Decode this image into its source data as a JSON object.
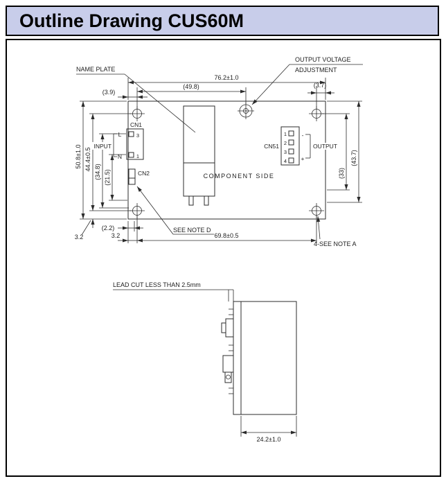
{
  "title": "Outline Drawing CUS60M",
  "colors": {
    "title_bg": "#c8cdea",
    "line_color": "#2b2b2b"
  },
  "top_view": {
    "labels": {
      "name_plate": "NAME PLATE",
      "output_voltage_adj_line1": "OUTPUT VOLTAGE",
      "output_voltage_adj_line2": "ADJUSTMENT",
      "component_side": "COMPONENT SIDE",
      "see_note_d": "SEE NOTE D",
      "see_note_a": "4-SEE NOTE A",
      "cn1": "CN1",
      "cn2": "CN2",
      "cn51": "CN51",
      "input": "INPUT",
      "output": "OUTPUT",
      "line_l": "L",
      "line_n": "N",
      "cn1_pin_top": "3",
      "cn1_pin_bottom": "1",
      "cn51_pins": [
        "1",
        "2",
        "3",
        "4"
      ],
      "output_minus": "-",
      "output_plus": "+"
    },
    "dims": {
      "board_width": "76.2±1.0",
      "pot_from_hole": "(49.8)",
      "left_edge_offset": "(3.9)",
      "right_edge_offset": "(3.7)",
      "board_height": "50.8±1.0",
      "hole_span_vertical": "44.4±0.5",
      "span_34_8": "(34.8)",
      "span_21_5": "(21.5)",
      "right_33": "(33)",
      "right_43_7": "(43.7)",
      "cn2_offset": "(2.2)",
      "hole_edge_offset_h": "3.2",
      "hole_edge_offset_v": "3.2",
      "hole_span_horizontal": "69.8±0.5"
    }
  },
  "side_view": {
    "labels": {
      "lead_cut": "LEAD CUT LESS THAN 2.5mm"
    },
    "dims": {
      "body_depth": "24.2±1.0"
    }
  }
}
